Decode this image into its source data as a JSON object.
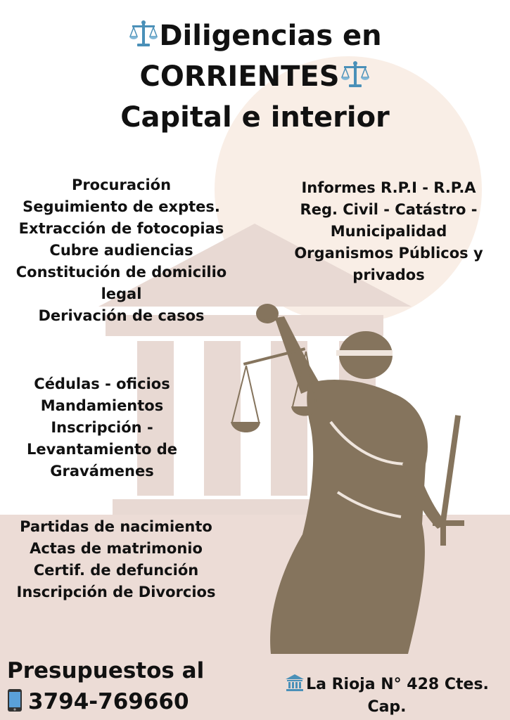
{
  "title": {
    "line1": "Diligencias en",
    "line2": "CORRIENTES",
    "line3": "Capital e interior"
  },
  "services_left": [
    "Procuración",
    "Seguimiento de exptes.",
    "Extracción de fotocopias",
    "Cubre audiencias",
    "Constitución de domicilio",
    "legal",
    "Derivación de casos"
  ],
  "services_right": [
    "Informes R.P.I - R.P.A",
    "Reg. Civil - Catástro -",
    "Municipalidad",
    "Organismos Públicos y",
    "privados"
  ],
  "services_mid": [
    "Cédulas - oficios",
    "Mandamientos",
    "Inscripción -",
    "Levantamiento de",
    "Gravámenes"
  ],
  "services_bottom": [
    "Partidas de nacimiento",
    "Actas de matrimonio",
    "Certif. de defunción",
    "Inscripción de Divorcios"
  ],
  "contact": {
    "budget_label": "Presupuestos al",
    "phone": "3794-769660",
    "address_line1": "La Rioja N° 428 Ctes.",
    "address_line2": "Cap."
  },
  "icons": {
    "title_left": "scales-icon",
    "title_right": "scales-icon",
    "phone": "mobile-phone-icon",
    "address": "bank-building-icon"
  },
  "colors": {
    "background": "#ffffff",
    "beige_circle": "#f9eee6",
    "courthouse": "#e8d9d3",
    "lower_band": "#ecdcd6",
    "statue": "#85745d",
    "text": "#111111",
    "scales_icon": "#4a90b8"
  }
}
